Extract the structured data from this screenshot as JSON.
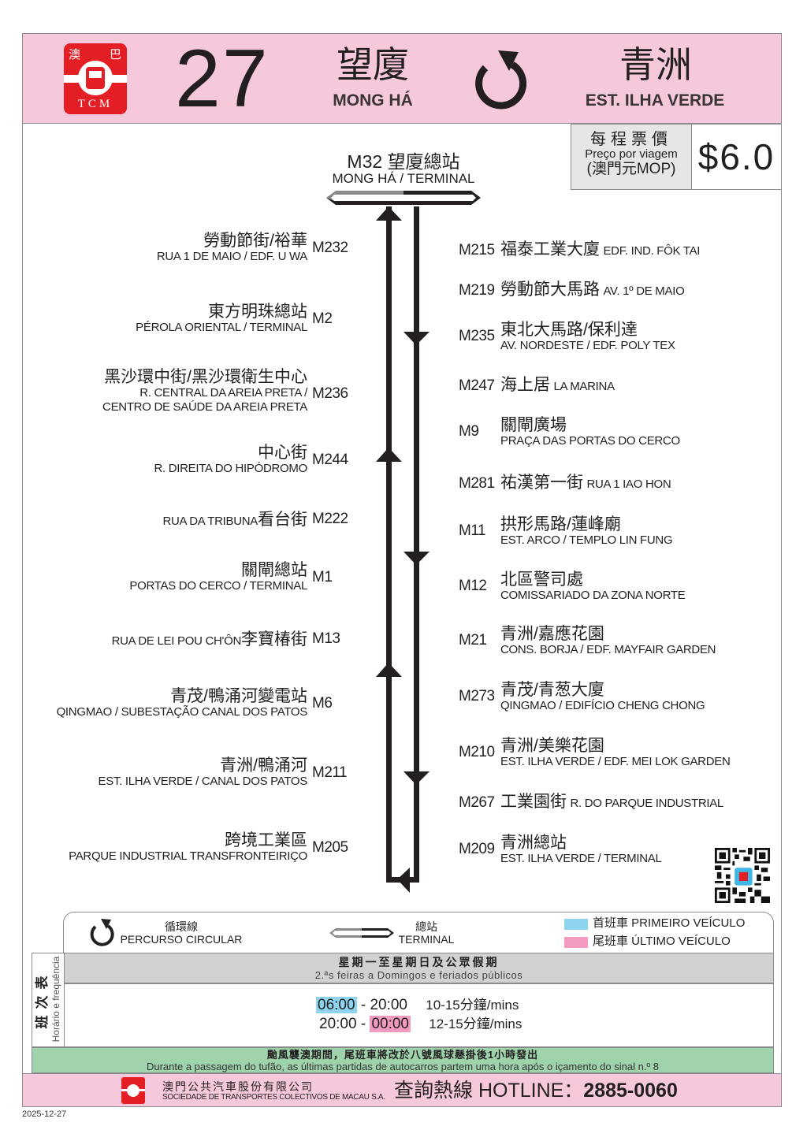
{
  "header": {
    "logo": {
      "chars_left": "澳",
      "chars_right": "巴",
      "brand": "TCM"
    },
    "route_number": "27",
    "origin": {
      "zh": "望廈",
      "pt": "MONG HÁ"
    },
    "direction_icon": "circular-route-icon",
    "destination": {
      "zh": "青洲",
      "pt": "EST. ILHA VERDE"
    }
  },
  "fare": {
    "label_zh": "每程票價",
    "label_pt": "Preço por viagem",
    "currency": "(澳門元MOP)",
    "value": "$6.0"
  },
  "terminal": {
    "code_zh": "M32 望廈總站",
    "pt": "MONG HÁ / TERMINAL"
  },
  "left_stops": [
    {
      "code": "M232",
      "zh": "勞動節街/裕華",
      "pt": [
        "RUA 1 DE MAIO / EDF. U WA"
      ]
    },
    {
      "code": "M2",
      "zh": "東方明珠總站",
      "pt": [
        "PÉROLA ORIENTAL / TERMINAL"
      ]
    },
    {
      "code": "M236",
      "zh": "黑沙環中街/黑沙環衛生中心",
      "pt": [
        "R. CENTRAL DA AREIA PRETA /",
        "CENTRO DE SAÚDE DA AREIA PRETA"
      ]
    },
    {
      "code": "M244",
      "zh": "中心街",
      "pt": [
        "R. DIREITA DO HIPÓDROMO"
      ]
    },
    {
      "code": "M222",
      "zh": "看台街",
      "pt_inline": "RUA DA TRIBUNA"
    },
    {
      "code": "M1",
      "zh": "關閘總站",
      "pt": [
        "PORTAS DO CERCO / TERMINAL"
      ]
    },
    {
      "code": "M13",
      "zh": "李寶椿街",
      "pt_inline": "RUA DE LEI POU CH'ÔN"
    },
    {
      "code": "M6",
      "zh": "青茂/鴨涌河變電站",
      "pt": [
        "QINGMAO / SUBESTAÇÃO CANAL DOS PATOS"
      ]
    },
    {
      "code": "M211",
      "zh": "青洲/鴨涌河",
      "pt": [
        "EST. ILHA VERDE / CANAL DOS PATOS"
      ]
    },
    {
      "code": "M205",
      "zh": "跨境工業區",
      "pt": [
        "PARQUE INDUSTRIAL TRANSFRONTEIRIÇO"
      ]
    }
  ],
  "right_stops": [
    {
      "code": "M215",
      "zh": "福泰工業大廈",
      "pt_inline": "EDF. IND. FÔK TAI"
    },
    {
      "code": "M219",
      "zh": "勞動節大馬路",
      "pt_inline": "AV. 1º DE MAIO"
    },
    {
      "code": "M235",
      "zh": "東北大馬路/保利達",
      "pt": [
        "AV. NORDESTE / EDF. POLY TEX"
      ]
    },
    {
      "code": "M247",
      "zh": "海上居",
      "pt_inline": "LA MARINA"
    },
    {
      "code": "M9",
      "zh": "關閘廣場",
      "pt": [
        "PRAÇA DAS PORTAS DO CERCO"
      ]
    },
    {
      "code": "M281",
      "zh": "祐漢第一街",
      "pt_inline": "RUA 1 IAO HON"
    },
    {
      "code": "M11",
      "zh": "拱形馬路/蓮峰廟",
      "pt": [
        "EST. ARCO / TEMPLO LIN FUNG"
      ]
    },
    {
      "code": "M12",
      "zh": "北區警司處",
      "pt": [
        "COMISSARIADO DA ZONA NORTE"
      ]
    },
    {
      "code": "M21",
      "zh": "青洲/嘉應花園",
      "pt": [
        "CONS. BORJA / EDF. MAYFAIR GARDEN"
      ]
    },
    {
      "code": "M273",
      "zh": "青茂/青葱大廈",
      "pt": [
        "QINGMAO / EDIFÍCIO CHENG CHONG"
      ]
    },
    {
      "code": "M210",
      "zh": "青洲/美樂花園",
      "pt": [
        "EST. ILHA VERDE / EDF. MEI LOK GARDEN"
      ]
    },
    {
      "code": "M267",
      "zh": "工業園街",
      "pt_inline": "R. DO PARQUE INDUSTRIAL"
    },
    {
      "code": "M209",
      "zh": "青洲總站",
      "pt": [
        "EST. ILHA VERDE / TERMINAL"
      ]
    }
  ],
  "legend": {
    "circular_zh": "循環線",
    "circular_pt": "PERCURSO CIRCULAR",
    "terminal_zh": "總站",
    "terminal_pt": "TERMINAL",
    "first_bus": "首班車 PRIMEIRO VEÍCULO",
    "last_bus": "尾班車 ÚLTIMO VEÍCULO",
    "first_color": "#8dd4ee",
    "last_color": "#f39ac0"
  },
  "timetable": {
    "side_zh": "班次表",
    "side_pt": "Horário e frequência",
    "period_zh": "星期一至星期日及公眾假期",
    "period_pt": "2.ªs feiras a Domingos e feriados públicos",
    "rows": [
      {
        "start": "06:00",
        "sep": " - ",
        "end": "20:00",
        "freq": "10-15分鐘/mins",
        "highlight": "start"
      },
      {
        "start": "20:00",
        "sep": " - ",
        "end": "00:00",
        "freq": "12-15分鐘/mins",
        "highlight": "end"
      }
    ]
  },
  "notice": {
    "zh": "颱風襲澳期間，尾班車將改於八號風球懸掛後1小時發出",
    "pt": "Durante a passagem do tufão, as últimas partidas de autocarros partem uma hora após o içamento do sinal n.º 8"
  },
  "footer": {
    "company_zh": "澳門公共汽車股份有限公司",
    "company_pt": "SOCIEDADE DE TRANSPORTES COLECTIVOS DE MACAU S.A.",
    "hotline_label": "查詢熱線 HOTLINE：",
    "hotline_number": "2885-0060"
  },
  "date": "2025-12-27",
  "colors": {
    "header_pink": "#f6c8dc",
    "brand_red": "#e31e24",
    "notice_green": "#9fd3ac",
    "table_gray": "#d1d1d1"
  }
}
